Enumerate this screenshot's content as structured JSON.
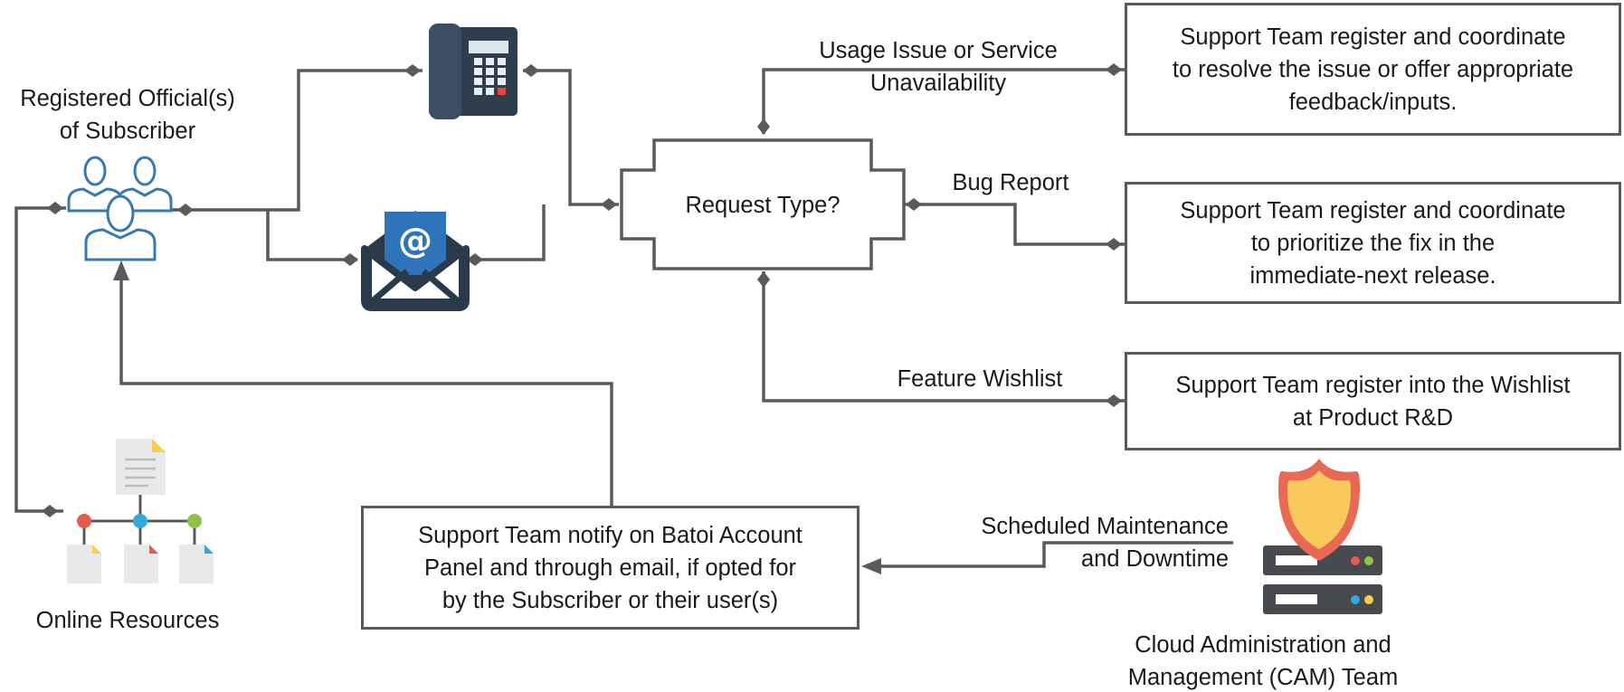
{
  "actors": {
    "subscriber_label": [
      "Registered Official(s)",
      "of Subscriber"
    ],
    "online_resources_label": "Online Resources",
    "cam_team_label": [
      "Cloud Administration and",
      "Management (CAM) Team"
    ]
  },
  "decision": {
    "label": "Request Type?"
  },
  "branches": {
    "usage_issue_label": [
      "Usage Issue or Service",
      "Unavailability"
    ],
    "bug_report_label": "Bug Report",
    "feature_wishlist_label": "Feature Wishlist",
    "maintenance_label": [
      "Scheduled Maintenance",
      "and Downtime"
    ]
  },
  "outcomes": {
    "usage_issue": [
      "Support Team register and coordinate",
      "to resolve the issue or offer appropriate",
      "feedback/inputs."
    ],
    "bug_report": [
      "Support Team register and coordinate",
      "to prioritize the fix in the",
      "immediate-next release."
    ],
    "feature_wishlist": [
      "Support Team register into the Wishlist",
      "at Product R&D"
    ],
    "notification": [
      "Support Team notify on Batoi Account",
      "Panel and through email, if opted for",
      "by the Subscriber or their user(s)"
    ]
  },
  "icons": {
    "phone": "desk-phone-icon",
    "email": "email-envelope-icon",
    "users": "users-group-icon",
    "resources": "document-tree-icon",
    "server": "secure-server-icon"
  },
  "colors": {
    "line": "#5a5a5a",
    "user_blue": "#3a78b5",
    "phone_dark": "#2f3e4f",
    "email_blue": "#2f73b8",
    "shield_red": "#e86a55",
    "shield_yellow": "#f9c95c",
    "server_dark": "#474a4f"
  }
}
